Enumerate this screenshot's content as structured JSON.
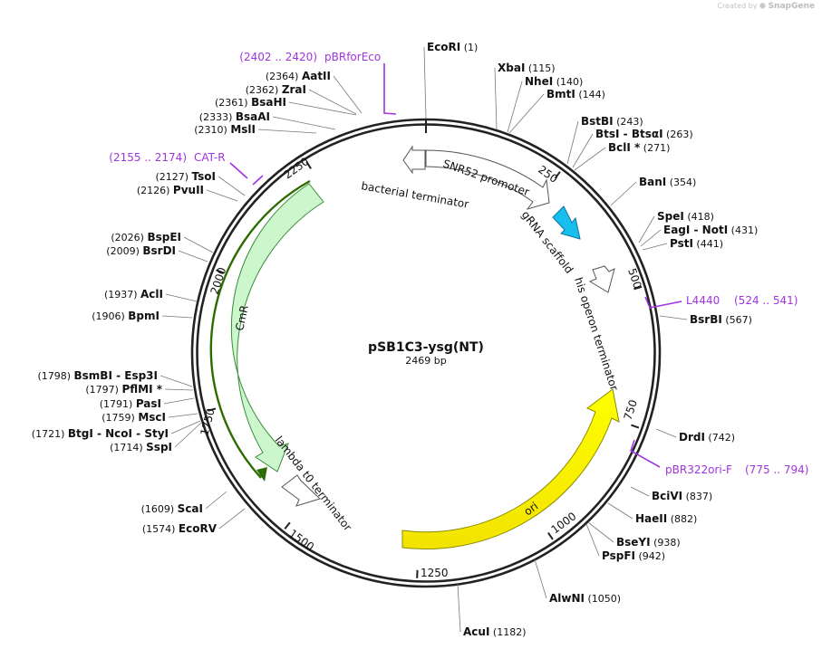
{
  "credit": {
    "prefix": "Created by",
    "brand": "SnapGene",
    "icon": "snapgene-logo-icon"
  },
  "plasmid": {
    "name": "pSB1C3-ysg(NT)",
    "length_label": "2469 bp",
    "length": 2469
  },
  "ticks": [
    "250",
    "500",
    "750",
    "1000",
    "1250",
    "1500",
    "1750",
    "2000",
    "2250"
  ],
  "sites": [
    {
      "id": "ecori",
      "label": "EcoRI",
      "pos": "(1)"
    },
    {
      "id": "xbai",
      "label": "XbaI",
      "pos": "(115)"
    },
    {
      "id": "nhei",
      "label": "NheI",
      "pos": "(140)"
    },
    {
      "id": "bmti",
      "label": "BmtI",
      "pos": "(144)"
    },
    {
      "id": "bstbi",
      "label": "BstBI",
      "pos": "(243)"
    },
    {
      "id": "btsi",
      "label": "BtsI - BtsαI",
      "pos": "(263)"
    },
    {
      "id": "bcli",
      "label": "BclI *",
      "pos": "(271)"
    },
    {
      "id": "bani",
      "label": "BanI",
      "pos": "(354)"
    },
    {
      "id": "spei",
      "label": "SpeI",
      "pos": "(418)"
    },
    {
      "id": "eagi",
      "label": "EagI - NotI",
      "pos": "(431)"
    },
    {
      "id": "psti",
      "label": "PstI",
      "pos": "(441)"
    },
    {
      "id": "bsrbi",
      "label": "BsrBI",
      "pos": "(567)"
    },
    {
      "id": "drdi",
      "label": "DrdI",
      "pos": "(742)"
    },
    {
      "id": "bcivi",
      "label": "BciVI",
      "pos": "(837)"
    },
    {
      "id": "haeii",
      "label": "HaeII",
      "pos": "(882)"
    },
    {
      "id": "bseyi",
      "label": "BseYI",
      "pos": "(938)"
    },
    {
      "id": "pspfi",
      "label": "PspFI",
      "pos": "(942)"
    },
    {
      "id": "alwni",
      "label": "AlwNI",
      "pos": "(1050)"
    },
    {
      "id": "acui",
      "label": "AcuI",
      "pos": "(1182)"
    },
    {
      "id": "ecorv",
      "label": "EcoRV",
      "pos": "(1574)"
    },
    {
      "id": "scai",
      "label": "ScaI",
      "pos": "(1609)"
    },
    {
      "id": "sspi",
      "label": "SspI",
      "pos": "(1714)"
    },
    {
      "id": "btgi",
      "label": "BtgI - NcoI - StyI",
      "pos": "(1721)"
    },
    {
      "id": "msci",
      "label": "MscI",
      "pos": "(1759)"
    },
    {
      "id": "pasi",
      "label": "PasI",
      "pos": "(1791)"
    },
    {
      "id": "pflmi",
      "label": "PflMI *",
      "pos": "(1797)"
    },
    {
      "id": "bsmbi",
      "label": "BsmBI - Esp3I",
      "pos": "(1798)"
    },
    {
      "id": "bpmi",
      "label": "BpmI",
      "pos": "(1906)"
    },
    {
      "id": "acli",
      "label": "AclI",
      "pos": "(1937)"
    },
    {
      "id": "bsrdi",
      "label": "BsrDI",
      "pos": "(2009)"
    },
    {
      "id": "bspei",
      "label": "BspEI",
      "pos": "(2026)"
    },
    {
      "id": "pvuii",
      "label": "PvuII",
      "pos": "(2126)"
    },
    {
      "id": "tsoi",
      "label": "TsoI",
      "pos": "(2127)"
    },
    {
      "id": "msli",
      "label": "MslI",
      "pos": "(2310)"
    },
    {
      "id": "bsaai",
      "label": "BsaAI",
      "pos": "(2333)"
    },
    {
      "id": "bsahi",
      "label": "BsaHI",
      "pos": "(2361)"
    },
    {
      "id": "zrai",
      "label": "ZraI",
      "pos": "(2362)"
    },
    {
      "id": "aatii",
      "label": "AatII",
      "pos": "(2364)"
    }
  ],
  "primers": [
    {
      "id": "pbrforeco",
      "name": "pBRforEco",
      "range": "(2402 .. 2420)"
    },
    {
      "id": "cat-r",
      "name": "CAT-R",
      "range": "(2155 .. 2174)"
    },
    {
      "id": "l4440",
      "name": "L4440",
      "range": "(524 .. 541)"
    },
    {
      "id": "pbr322ori-f",
      "name": "pBR322ori-F",
      "range": "(775 .. 794)"
    }
  ],
  "features": [
    {
      "id": "snr52",
      "label": "SNR52 promoter",
      "color": "#ffffff"
    },
    {
      "id": "bacterial-terminator",
      "label": "bacterial terminator",
      "color": "#ffffff"
    },
    {
      "id": "grna",
      "label": "gRNA scaffold",
      "color": "#17bfef"
    },
    {
      "id": "his-operon",
      "label": "his operon terminator",
      "color": "#ffffff"
    },
    {
      "id": "ori",
      "label": "ori",
      "color": "#ffff00"
    },
    {
      "id": "cmr",
      "label": "CmR",
      "color": "#ccf7cc"
    },
    {
      "id": "lambda",
      "label": "lambda t0 terminator",
      "color": "#ffffff"
    }
  ],
  "colors": {
    "primer": "#a133e0",
    "backbone": "#222222",
    "leader": "#777777",
    "cmr_track": "#2e6b00"
  }
}
